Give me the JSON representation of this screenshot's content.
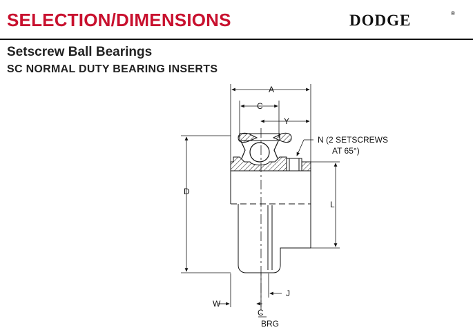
{
  "header": {
    "title": "SELECTION/DIMENSIONS",
    "brand": "DODGE",
    "brand_mark": "®",
    "accent_color": "#c8102e"
  },
  "product": {
    "title": "Setscrew Ball Bearings",
    "subtitle": "SC NORMAL DUTY BEARING INSERTS"
  },
  "drawing": {
    "labels": {
      "A": "A",
      "C": "C",
      "Y": "Y",
      "N_note_line1": "N (2 SETSCREWS",
      "N_note_line2": "AT 65°)",
      "D": "D",
      "L": "L",
      "W": "W",
      "J": "J",
      "CL": "C",
      "BRG": "BRG"
    }
  }
}
